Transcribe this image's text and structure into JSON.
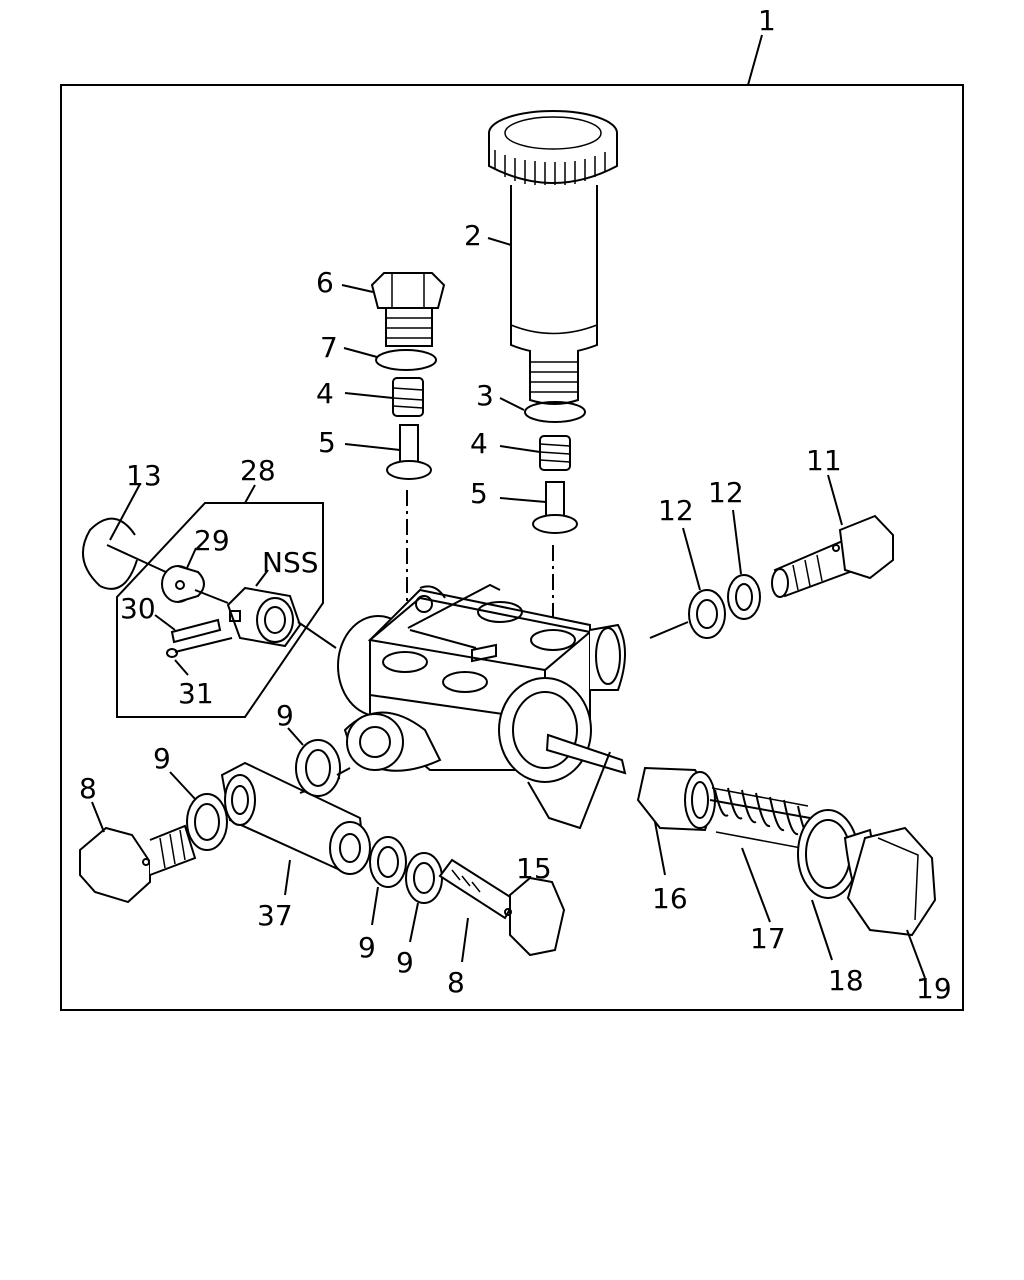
{
  "labels": {
    "l1": "1",
    "l2": "2",
    "l3": "3",
    "l4a": "4",
    "l4b": "4",
    "l5a": "5",
    "l5b": "5",
    "l6": "6",
    "l7": "7",
    "l8a": "8",
    "l8b": "8",
    "l9a": "9",
    "l9b": "9",
    "l9c": "9",
    "l9d": "9",
    "l11": "11",
    "l12a": "12",
    "l12b": "12",
    "l13": "13",
    "l15": "15",
    "l16": "16",
    "l17": "17",
    "l18": "18",
    "l19": "19",
    "l28": "28",
    "l29": "29",
    "l30": "30",
    "l31": "31",
    "l37": "37",
    "nss": "NSS"
  }
}
